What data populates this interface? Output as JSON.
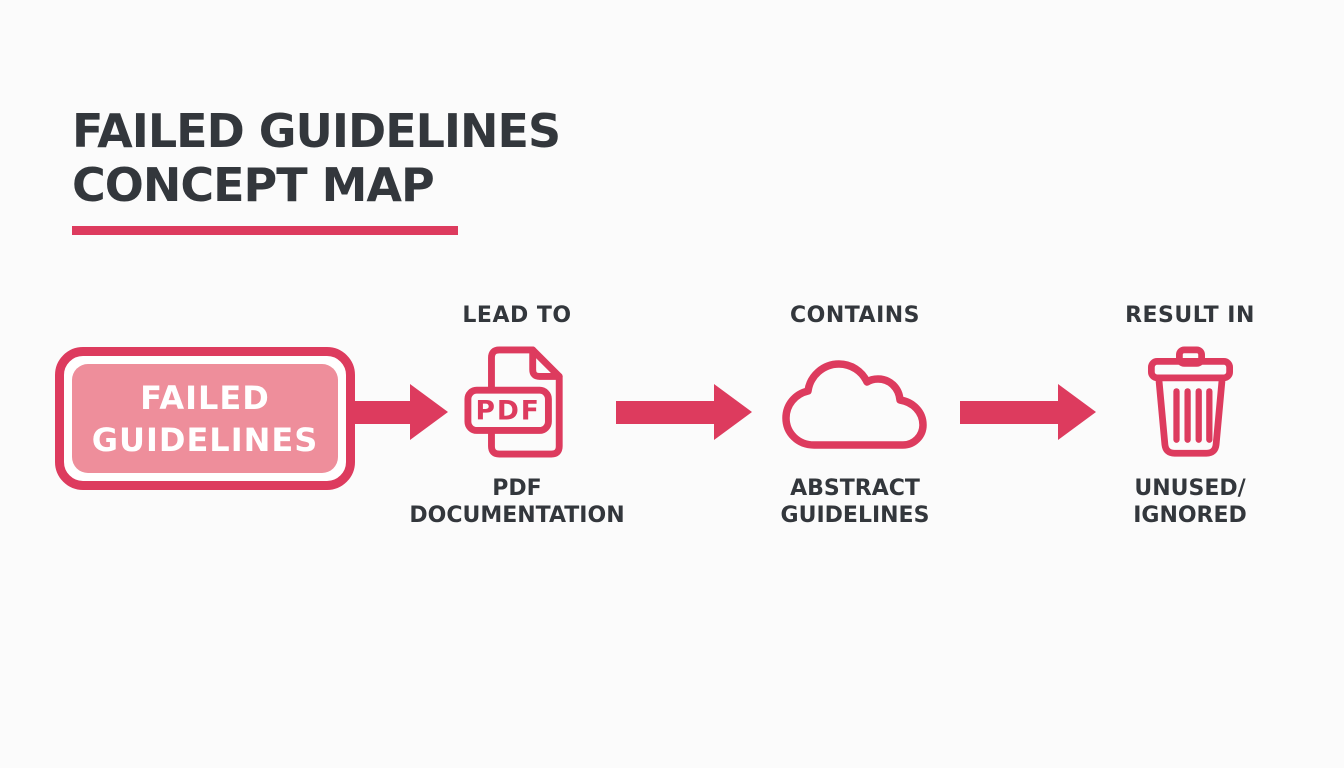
{
  "title": {
    "line1": "FAILED GUIDELINES",
    "line2": "CONCEPT MAP"
  },
  "colors": {
    "accent_red": "#dd3b5e",
    "accent_pink": "#ee8e9b",
    "text_dark": "#33373c",
    "background": "#fbfbfb",
    "node_text": "#ffffff"
  },
  "start_node": {
    "line1": "FAILED",
    "line2": "GUIDELINES"
  },
  "steps": [
    {
      "relation": "LEAD TO",
      "icon": "pdf-document-icon",
      "badge": "PDF",
      "label_line1": "PDF",
      "label_line2": "DOCUMENTATION"
    },
    {
      "relation": "CONTAINS",
      "icon": "cloud-icon",
      "label_line1": "ABSTRACT",
      "label_line2": "GUIDELINES"
    },
    {
      "relation": "RESULT IN",
      "icon": "trash-bin-icon",
      "label_line1": "UNUSED/",
      "label_line2": "IGNORED"
    }
  ],
  "connections": [
    {
      "from": "FAILED GUIDELINES",
      "label": "LEAD TO",
      "to": "PDF DOCUMENTATION"
    },
    {
      "from": "PDF DOCUMENTATION",
      "label": "CONTAINS",
      "to": "ABSTRACT GUIDELINES"
    },
    {
      "from": "ABSTRACT GUIDELINES",
      "label": "RESULT IN",
      "to": "UNUSED/IGNORED"
    }
  ]
}
